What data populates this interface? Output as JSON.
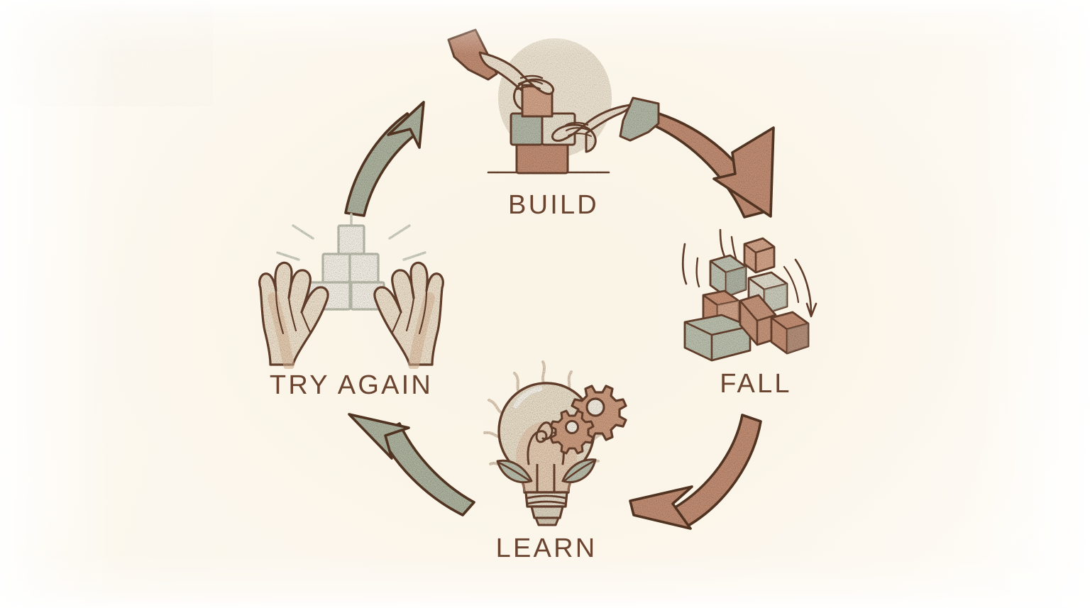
{
  "diagram": {
    "type": "cycle",
    "title_visible": false,
    "background_color": "#FAF4E7",
    "paper_edge_color": "#FFFFFF",
    "label_color": "#6B4430",
    "outline_color": "#5A3A26",
    "palette": {
      "terracotta": "#C89277",
      "terracotta_light": "#D9A98D",
      "sage": "#B3B9A4",
      "sage_light": "#C8CCBA",
      "cream": "#EFE3CE",
      "skin": "#F2E3CE",
      "skin_shade": "#E3C4A6",
      "halo": "#EDE2CE"
    },
    "nodes": [
      {
        "id": "build",
        "label": "BUILD",
        "icon": "hands-stacking-blocks-icon",
        "position": "top",
        "art_colors": [
          "#C89277",
          "#B3B9A4",
          "#F2E3CE"
        ]
      },
      {
        "id": "fall",
        "label": "FALL",
        "icon": "falling-blocks-icon",
        "position": "right",
        "art_colors": [
          "#C89277",
          "#B3B9A4",
          "#D9A98D"
        ]
      },
      {
        "id": "learn",
        "label": "LEARN",
        "icon": "lightbulb-with-gears-icon",
        "position": "bottom",
        "art_colors": [
          "#E8D8BE",
          "#C89277",
          "#B3B9A4"
        ]
      },
      {
        "id": "tryagain",
        "label": "TRY AGAIN",
        "icon": "open-hands-with-blocks-icon",
        "position": "left",
        "art_colors": [
          "#F2E3CE",
          "#E3C4A6",
          "#C9CCBC"
        ]
      }
    ],
    "arrows": [
      {
        "id": "build-to-fall",
        "from": "build",
        "to": "fall",
        "color": "#C89277",
        "direction": "down-right",
        "style": "curved-tapered"
      },
      {
        "id": "fall-to-learn",
        "from": "fall",
        "to": "learn",
        "color": "#C89277",
        "direction": "down-left",
        "style": "curved-tapered"
      },
      {
        "id": "learn-to-tryagain",
        "from": "learn",
        "to": "tryagain",
        "color": "#B3B9A4",
        "direction": "up-left",
        "style": "curved-tapered"
      },
      {
        "id": "tryagain-to-build",
        "from": "tryagain",
        "to": "build",
        "color": "#B3B9A4",
        "direction": "up-right",
        "style": "curved-tapered"
      }
    ]
  }
}
